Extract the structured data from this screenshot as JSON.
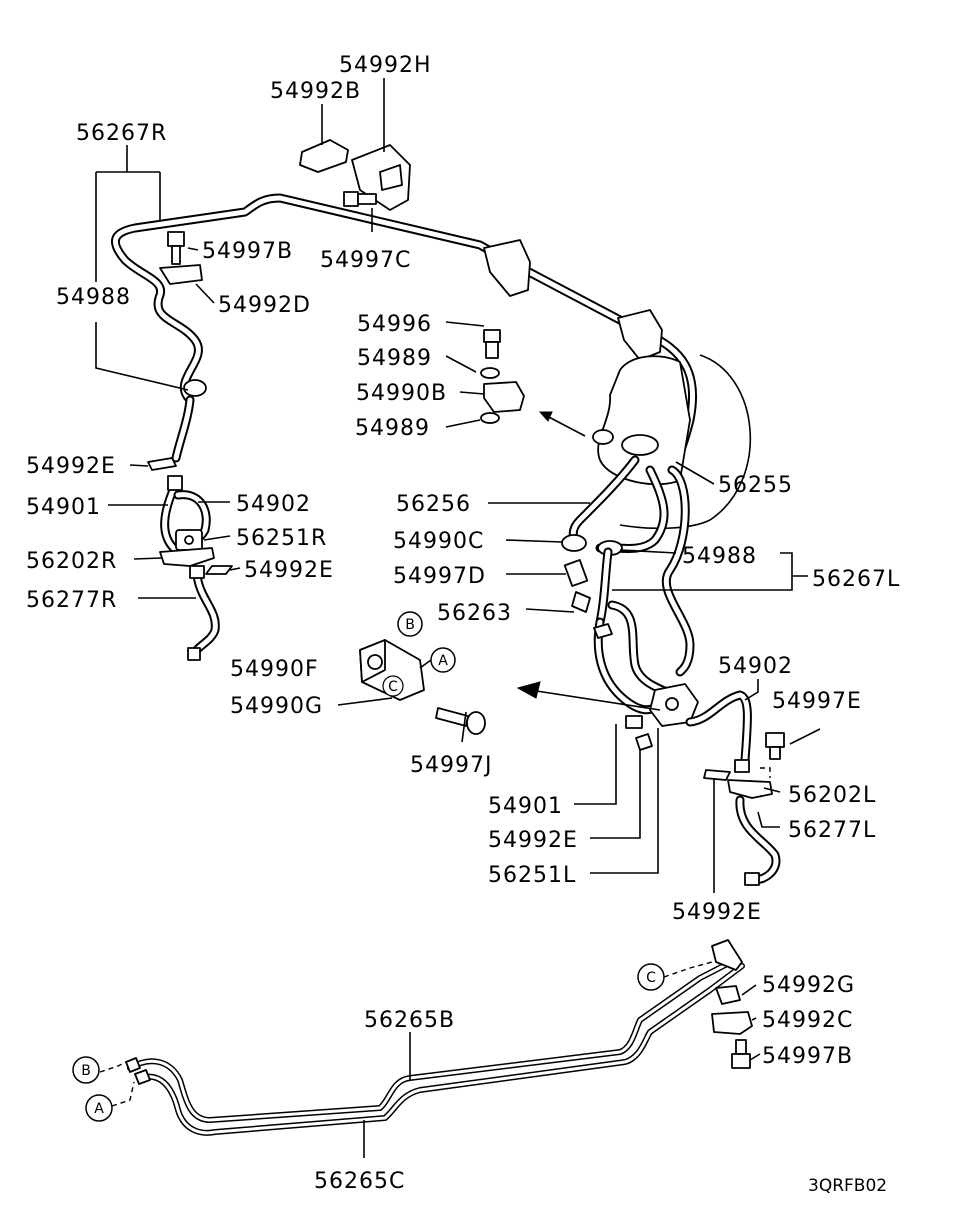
{
  "labels": {
    "l_54992H": "54992H",
    "l_54992B": "54992B",
    "l_56267R": "56267R",
    "l_54997B_top": "54997B",
    "l_54997C": "54997C",
    "l_54988_left": "54988",
    "l_54992D": "54992D",
    "l_54996": "54996",
    "l_54989_a": "54989",
    "l_54990B": "54990B",
    "l_54989_b": "54989",
    "l_54992E_left": "54992E",
    "l_56255": "56255",
    "l_54901_left": "54901",
    "l_54902_left": "54902",
    "l_56256": "56256",
    "l_56251R": "56251R",
    "l_54990C": "54990C",
    "l_56202R": "56202R",
    "l_54992E_mid": "54992E",
    "l_54988_right": "54988",
    "l_54997D": "54997D",
    "l_56267L": "56267L",
    "l_56277R": "56277R",
    "l_56263": "56263",
    "l_54902_right": "54902",
    "l_54990F": "54990F",
    "l_54997E": "54997E",
    "l_54990G": "54990G",
    "l_54997J": "54997J",
    "l_56202L": "56202L",
    "l_54901_right": "54901",
    "l_56277L": "56277L",
    "l_54992E_r1": "54992E",
    "l_56251L": "56251L",
    "l_54992E_r2": "54992E",
    "l_54992G": "54992G",
    "l_56265B": "56265B",
    "l_54992C": "54992C",
    "l_54997B_bot": "54997B",
    "l_56265C": "56265C"
  },
  "callouts": {
    "A": "A",
    "B": "B",
    "C": "C"
  },
  "diagram_code": "3QRFB02"
}
